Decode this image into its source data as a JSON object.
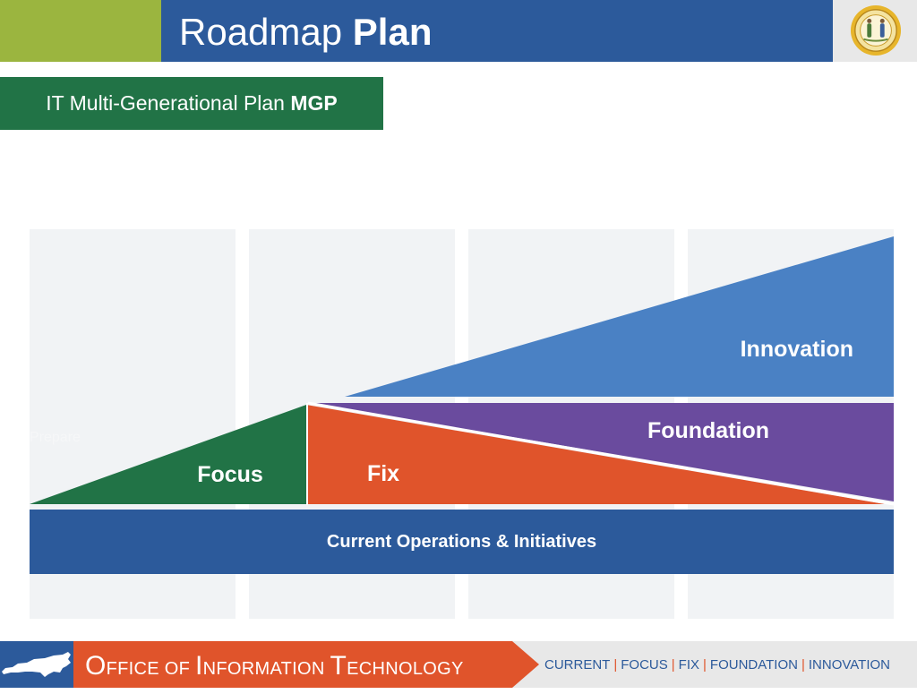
{
  "header": {
    "title_light": "Roadmap",
    "title_bold": "Plan",
    "seal_icon": "state-seal-icon",
    "colors": {
      "accent": "#9bb53f",
      "bar": "#2c5a9b"
    }
  },
  "subtitle": {
    "text_light": "IT Multi-Generational Plan",
    "text_bold": "MGP",
    "color": "#217346"
  },
  "diagram": {
    "faint_label": "Prepare",
    "regions": {
      "focus": {
        "label": "Focus",
        "color": "#217346"
      },
      "fix": {
        "label": "Fix",
        "color": "#e0542b"
      },
      "foundation": {
        "label": "Foundation",
        "color": "#6a4b9e"
      },
      "innovation": {
        "label": "Innovation",
        "color": "#4a81c4"
      }
    },
    "base": {
      "label": "Current Operations & Initiatives",
      "color": "#2c5a9b"
    }
  },
  "footer": {
    "map_icon": "north-carolina-map-icon",
    "office": {
      "w1_cap": "O",
      "w1_rest": "ffice",
      "w2": "of",
      "w3_cap": "I",
      "w3_rest": "nformation",
      "w4_cap": "T",
      "w4_rest": "echnology"
    },
    "tagline": [
      "CURRENT",
      "FOCUS",
      "FIX",
      "FOUNDATION",
      "INNOVATION"
    ],
    "tagline_separator": "|",
    "colors": {
      "arrow": "#e0542b",
      "tag_word": "#2c5a9b",
      "tag_sep": "#e0542b"
    }
  }
}
